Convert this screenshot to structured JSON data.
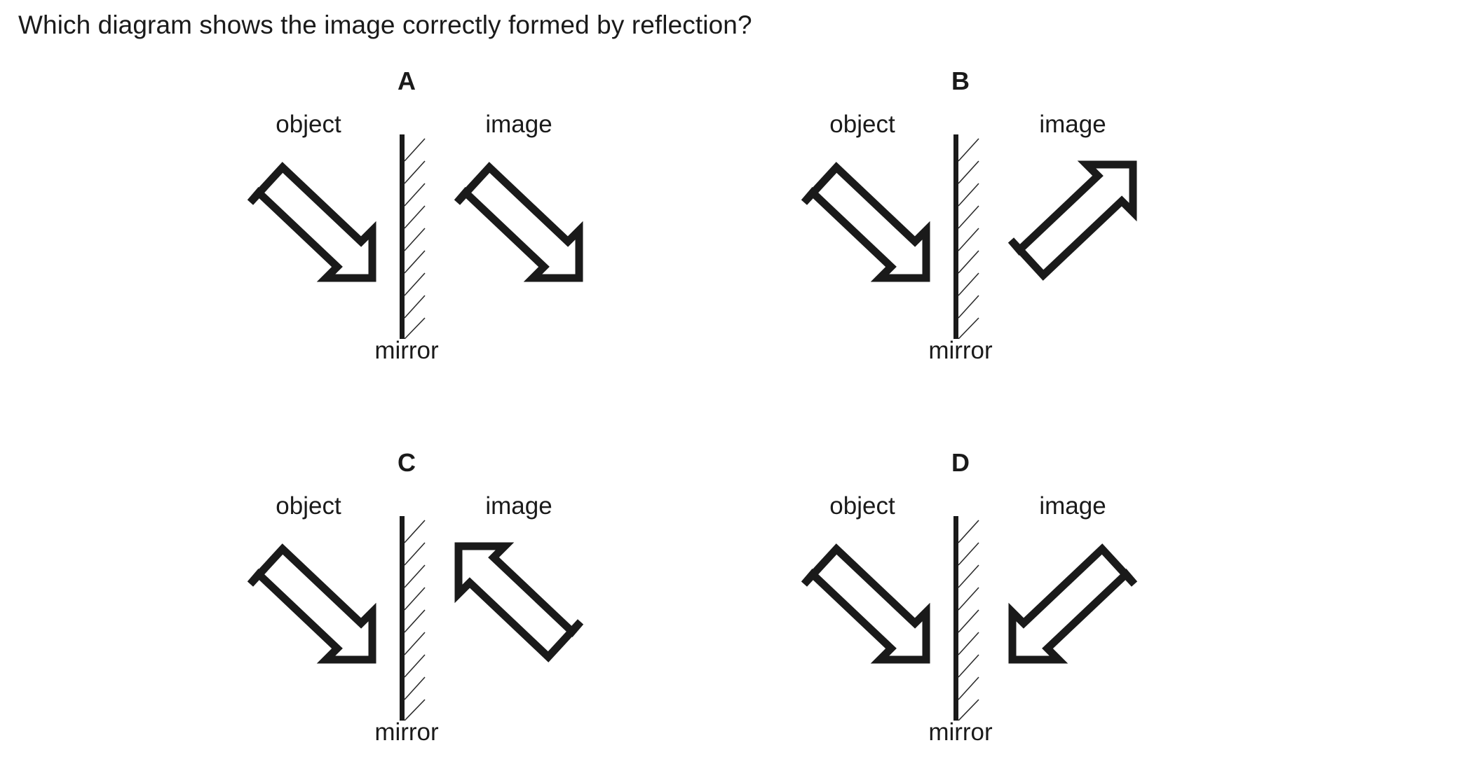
{
  "question": {
    "stem": "Which diagram shows the image correctly formed by reflection?"
  },
  "labels": {
    "object": "object",
    "image": "image",
    "mirror": "mirror"
  },
  "colors": {
    "ink": "#1a1a1a",
    "paper": "#ffffff",
    "hatch": "#2b2b2b"
  },
  "diagrams": [
    {
      "letter": "A",
      "object_label": "object",
      "image_label": "image",
      "mirror_label": "mirror",
      "object_arrow_direction": "down-right",
      "image_arrow_direction": "down-right",
      "image_transform": "translation"
    },
    {
      "letter": "B",
      "object_label": "object",
      "image_label": "image",
      "mirror_label": "mirror",
      "object_arrow_direction": "down-right",
      "image_arrow_direction": "up-right",
      "image_transform": "horizontal-axis-flip"
    },
    {
      "letter": "C",
      "object_label": "object",
      "image_label": "image",
      "mirror_label": "mirror",
      "object_arrow_direction": "down-right",
      "image_arrow_direction": "up-left",
      "image_transform": "rotation-180"
    },
    {
      "letter": "D",
      "object_label": "object",
      "image_label": "image",
      "mirror_label": "mirror",
      "object_arrow_direction": "down-right",
      "image_arrow_direction": "down-left",
      "image_transform": "vertical-axis-flip"
    }
  ]
}
